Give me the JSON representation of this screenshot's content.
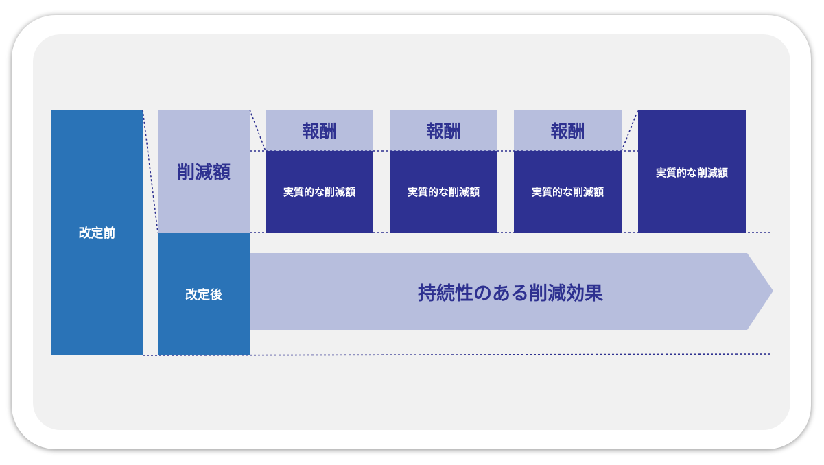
{
  "before_label": "改定前",
  "after_label": "改定後",
  "reduction_label": "削減額",
  "compensation_label": "報酬",
  "real_reduction_label": "実質的な削減額",
  "effect_label": "持続性のある削減効果",
  "colors": {
    "mid_blue": "#2a73b7",
    "light_lavender": "#b7bedd",
    "navy": "#2e3192",
    "panel": "#f1f1f1"
  }
}
